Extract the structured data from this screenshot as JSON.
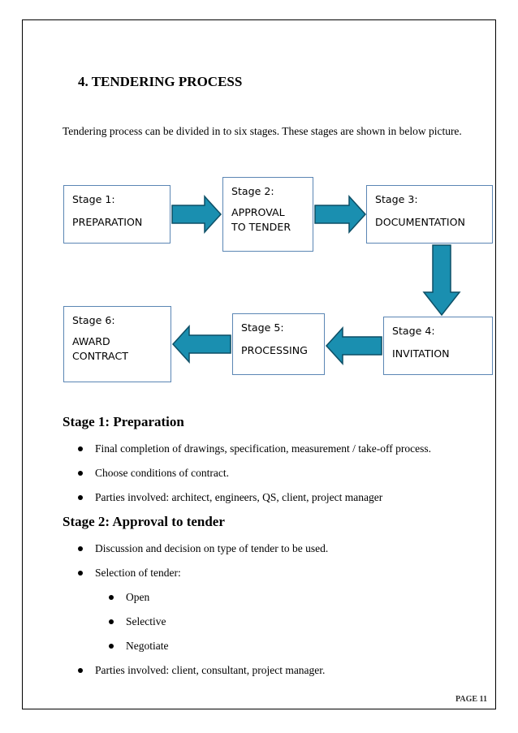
{
  "section": {
    "title": "4.  TENDERING PROCESS"
  },
  "intro": "Tendering process can be divided in to six stages. These stages are shown in below picture.",
  "diagram": {
    "stages": [
      {
        "name": "Stage 1:",
        "desc": "PREPARATION"
      },
      {
        "name": "Stage 2:",
        "desc": "APPROVAL\nTO TENDER"
      },
      {
        "name": "Stage 3:",
        "desc": "DOCUMENTATION"
      },
      {
        "name": "Stage 4:",
        "desc": "INVITATION"
      },
      {
        "name": "Stage 5:",
        "desc": "PROCESSING"
      },
      {
        "name": "Stage 6:",
        "desc": "AWARD\nCONTRACT"
      }
    ],
    "arrow_color": "#1a8fb0"
  },
  "stage1": {
    "heading": "Stage 1:  Preparation",
    "bullets": [
      "Final completion of drawings, specification, measurement / take-off process.",
      "Choose conditions of contract.",
      "Parties involved: architect, engineers, QS, client, project manager"
    ]
  },
  "stage2": {
    "heading": "Stage 2:  Approval to tender",
    "bullets": [
      "Discussion and decision on type of tender to be used.",
      "Selection of tender:"
    ],
    "sub_bullets": [
      "Open",
      "Selective",
      "Negotiate"
    ],
    "last_bullet": "Parties involved: client, consultant, project manager."
  },
  "footer": {
    "page": "PAGE 11"
  }
}
